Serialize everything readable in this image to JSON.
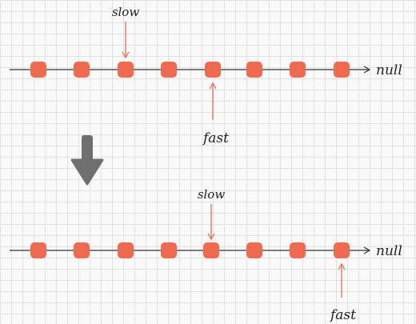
{
  "colors": {
    "node_fill": "#ef6a4f",
    "line": "#333333",
    "pointer_arrow": "#ef6a4f",
    "transition_arrow": "#6f6f6f",
    "label_text": "#222222"
  },
  "top_list": {
    "node_count": 8,
    "end_label": "null",
    "slow_label": "slow",
    "fast_label": "fast",
    "slow_node_index": 2,
    "fast_node_index": 4
  },
  "bottom_list": {
    "node_count": 8,
    "end_label": "null",
    "slow_label": "slow",
    "fast_label": "fast",
    "slow_node_index": 4,
    "fast_node_index": 7
  },
  "transition": {
    "icon": "arrow-down-icon"
  }
}
